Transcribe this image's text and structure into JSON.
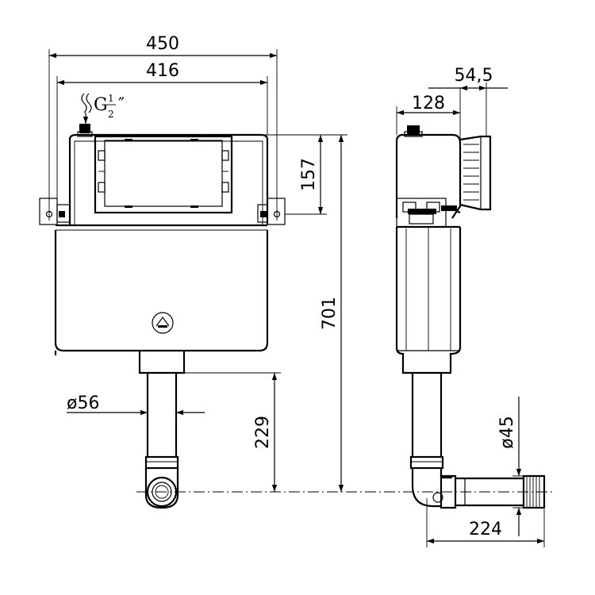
{
  "dimensions": {
    "overall_width": "450",
    "frame_width": "416",
    "inlet_thread": "G",
    "inlet_fraction_num": "1",
    "inlet_fraction_den": "2",
    "inlet_unit": "″",
    "top_box_height": "157",
    "total_height": "701",
    "outlet_diameter": "ø56",
    "pipe_length": "229",
    "depth": "128",
    "flange_depth": "54,5",
    "connector_diameter": "ø45",
    "horizontal_pipe_length": "224"
  }
}
